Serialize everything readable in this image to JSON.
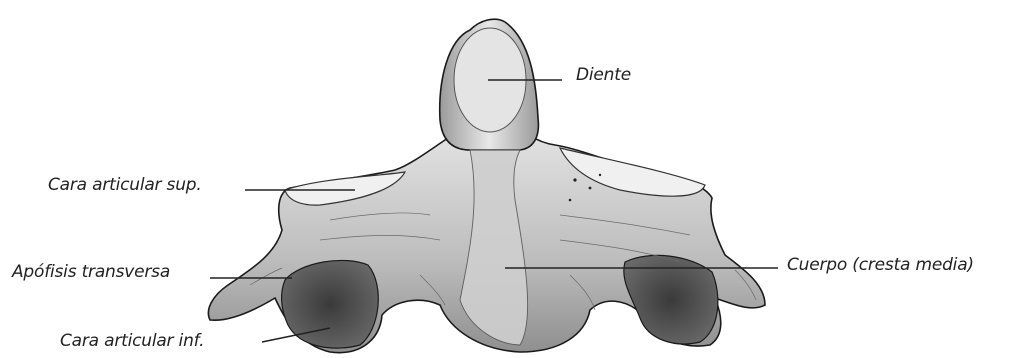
{
  "figure": {
    "subject": "Axis (C2) vertebra — anterior view",
    "labels": {
      "diente": "Diente",
      "cara_articular_sup": "Cara articular sup.",
      "apofisis_transversa": "Apófisis transversa",
      "cara_articular_inf": "Cara articular inf.",
      "cuerpo": "Cuerpo (cresta media)"
    },
    "colors": {
      "background": "#ffffff",
      "bone_light": "#d9d9d9",
      "bone_mid": "#a8a8a8",
      "bone_dark": "#4a4a4a",
      "outline": "#1a1a1a",
      "leader": "#222222"
    }
  }
}
